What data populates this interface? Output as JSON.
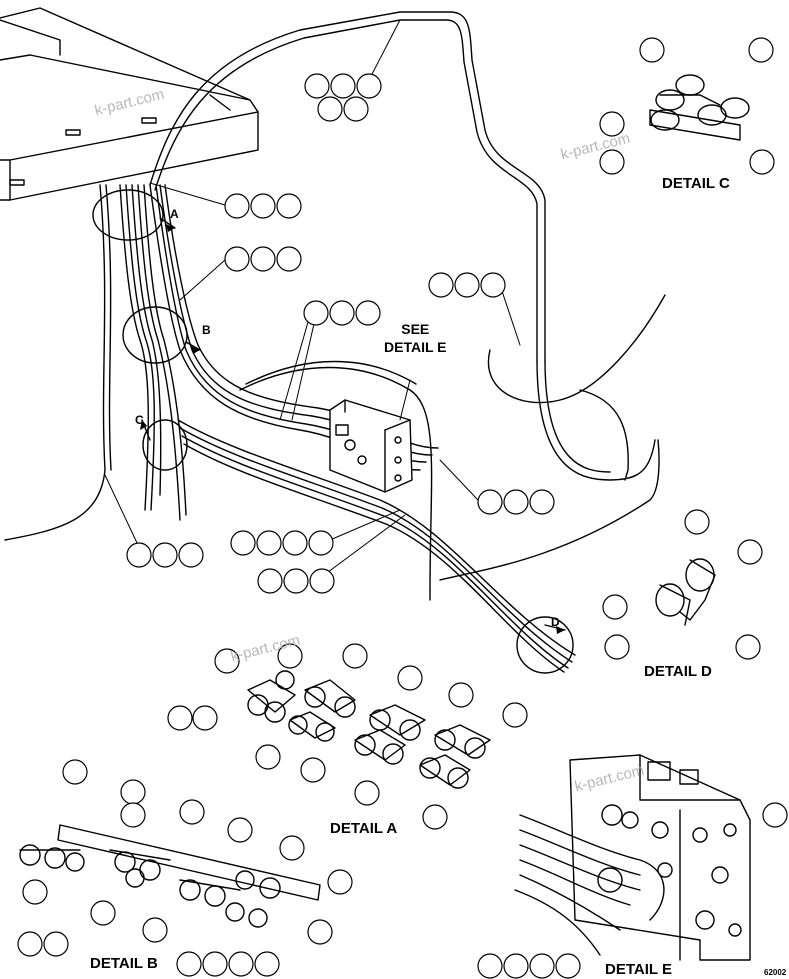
{
  "labels": {
    "detail_a": "DETAIL A",
    "detail_b": "DETAIL B",
    "detail_c": "DETAIL C",
    "detail_d": "DETAIL D",
    "detail_e": "DETAIL E",
    "see_detail_line1": "SEE",
    "see_detail_line2": "DETAIL E",
    "callout_a": "A",
    "callout_b": "B",
    "callout_c": "C",
    "callout_d": "D"
  },
  "watermark": "k-part.com",
  "drawing_code": "62002",
  "colors": {
    "ink": "#000000",
    "paper": "#ffffff",
    "watermark": "#b8b8b8"
  }
}
